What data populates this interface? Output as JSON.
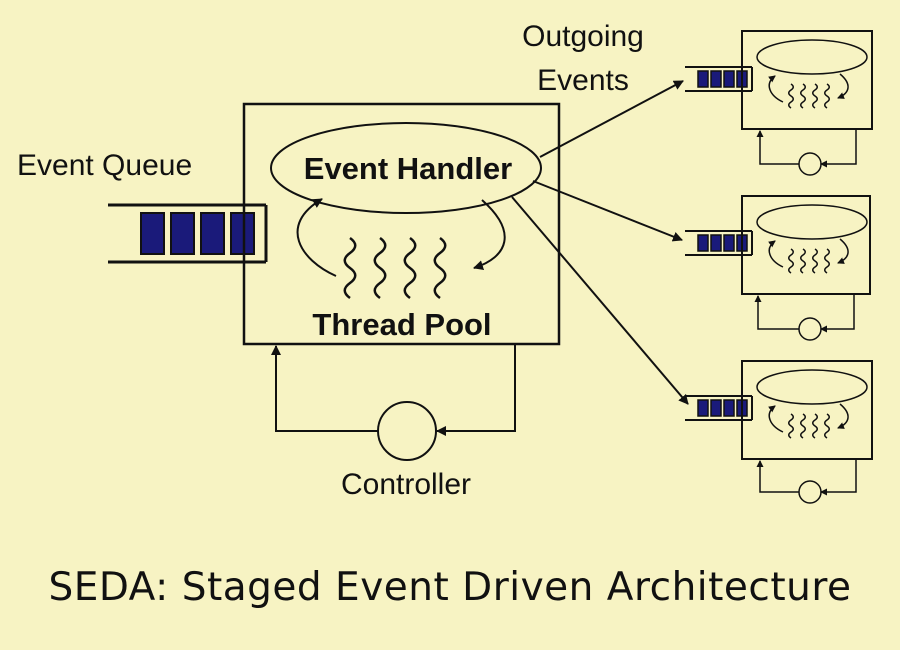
{
  "labels": {
    "event_queue": "Event Queue",
    "event_handler": "Event Handler",
    "thread_pool": "Thread Pool",
    "controller": "Controller",
    "outgoing_line1": "Outgoing",
    "outgoing_line2": "Events"
  },
  "caption": "SEDA: Staged Event Driven Architecture",
  "colors": {
    "background": "#f7f3c3",
    "queue_cell": "#1a1a7a",
    "stroke": "#111111"
  }
}
